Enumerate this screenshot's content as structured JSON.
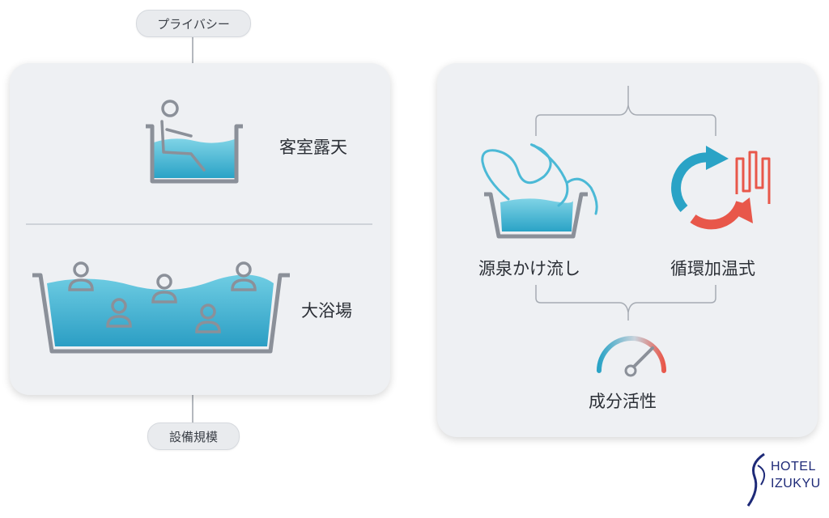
{
  "left_panel": {
    "top_tag": "プライバシー",
    "bottom_tag": "設備規模",
    "top_label": "客室露天",
    "bottom_label": "大浴場"
  },
  "right_panel": {
    "left_label": "源泉かけ流し",
    "right_label": "循環加温式",
    "bottom_label": "成分活性"
  },
  "logo": {
    "line1": "HOTEL",
    "line2": "IZUKYU"
  },
  "colors": {
    "water_light": "#7fd3e6",
    "water_dark": "#2aa3c6",
    "arrow_red": "#e8574a",
    "tub_outline": "#8b9099"
  }
}
